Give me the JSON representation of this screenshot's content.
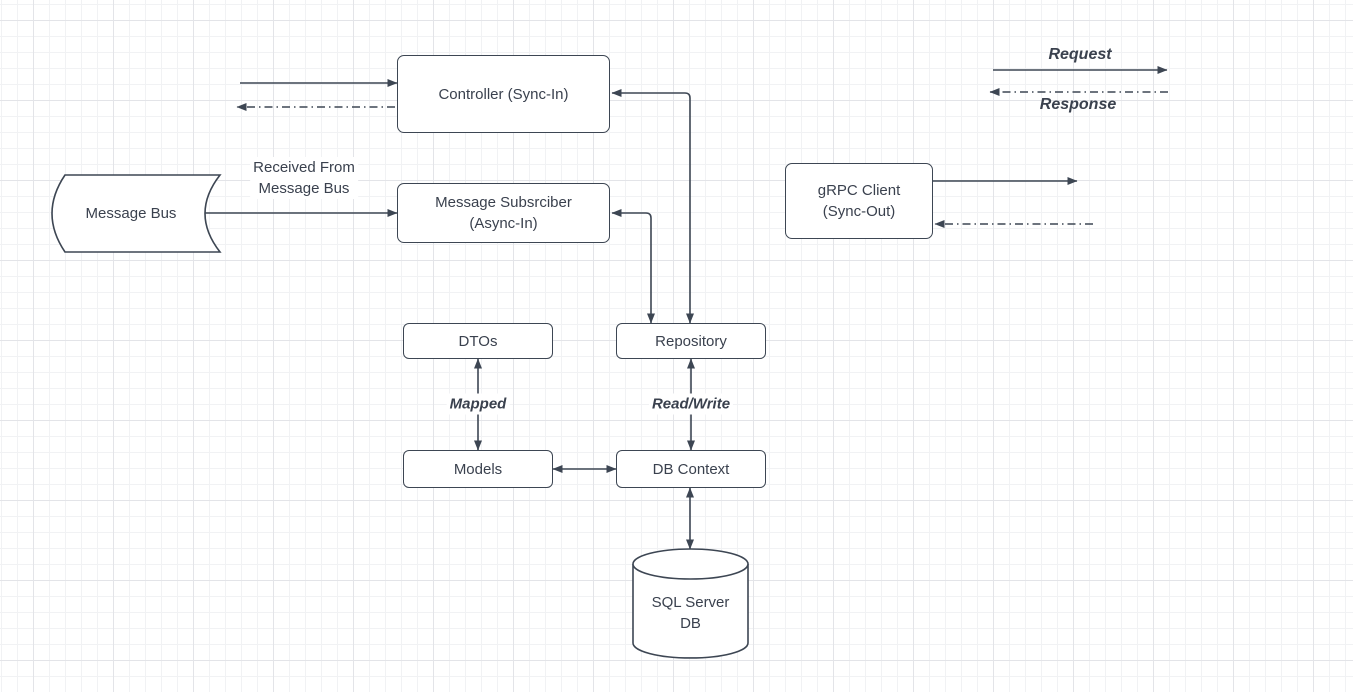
{
  "colors": {
    "stroke": "#3d4653",
    "text": "#3a414e",
    "node_fill": "#ffffff",
    "grid_minor": "#f1f2f4",
    "grid_major": "#e3e4e8"
  },
  "nodes": {
    "controller": {
      "label": "Controller (Sync-In)"
    },
    "message_bus": {
      "label": "Message Bus"
    },
    "message_subscriber": {
      "line1": "Message Subsrciber",
      "line2": "(Async-In)"
    },
    "grpc_client": {
      "line1": "gRPC Client",
      "line2": "(Sync-Out)"
    },
    "dtos": {
      "label": "DTOs"
    },
    "repository": {
      "label": "Repository"
    },
    "models": {
      "label": "Models"
    },
    "db_context": {
      "label": "DB Context"
    },
    "sql_server_db": {
      "line1": "SQL Server",
      "line2": "DB"
    }
  },
  "edge_labels": {
    "received_from_message_bus": {
      "line1": "Received From",
      "line2": "Message Bus"
    },
    "mapped": "Mapped",
    "read_write": "Read/Write"
  },
  "legend": {
    "request": "Request",
    "response": "Response"
  }
}
